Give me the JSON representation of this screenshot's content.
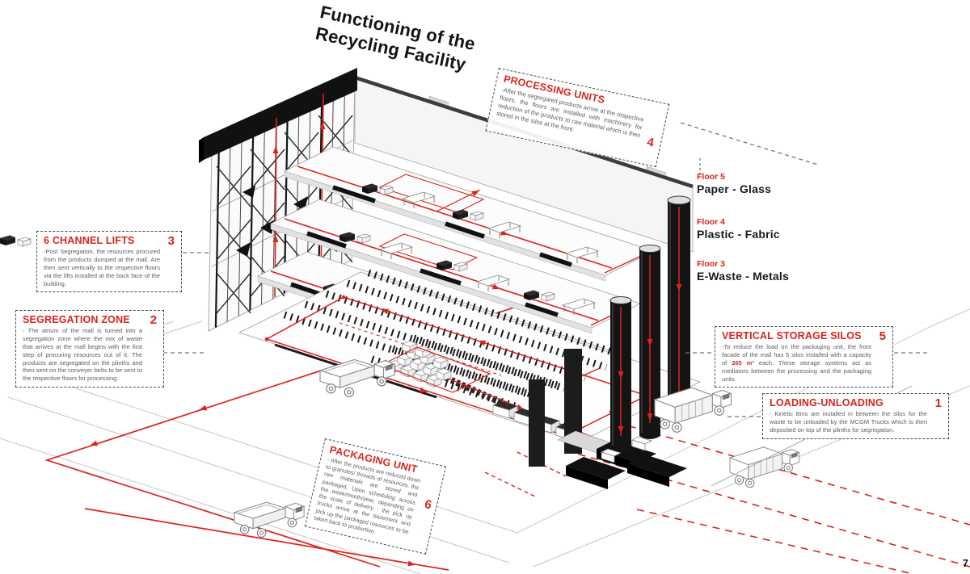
{
  "title": {
    "line1": "Functioning of the",
    "line2": "Recycling Facility"
  },
  "colors": {
    "accent_red": "#d8251c",
    "ink_black": "#141414",
    "line_gray": "#9e9e9e"
  },
  "annotations": [
    {
      "id": "loading-unloading",
      "number": "1",
      "title": "LOADING-UNLOADING",
      "body": "- Kinetic Bins are installed in between the silos for the waste to be unloaded by the MCGM Trucks which is then deposited on top of the plinths for segregation."
    },
    {
      "id": "segregation-zone",
      "number": "2",
      "title": "SEGREGATION ZONE",
      "body": "- The atrium of the mall is turned into a segregation zone where the mix of waste that arrives at the mall begins with the first step of procuring resources out of it. The products are segregated on the plinths and then sent on the conveyer belts to be sent to the respective floors for processing."
    },
    {
      "id": "channel-lifts",
      "number": "3",
      "title": "6 CHANNEL LIFTS",
      "body": "-Post Segregation, the resources procured from the products dumped at the mall. Are then sent vertically to the respective floors via the lifts installed at the back face of the building."
    },
    {
      "id": "processing-units",
      "number": "4",
      "title": "PROCESSING UNITS",
      "body": "-After the segregated products arrive at the respective floors, the floors are installed with machinery for reduction of the products to raw material which is then stored in the silos at the front."
    },
    {
      "id": "vertical-storage-silos",
      "number": "5",
      "title": "VERTICAL STORAGE SILOS",
      "body_pre": "-To reduce the load on the packaging unit, the front facade of the mall has 5 silos installed with a capacity of ",
      "capacity": "265 m³",
      "body_post": " each. These storage systems act as mediators between the processing and the packaging units."
    },
    {
      "id": "packaging-unit",
      "number": "6",
      "title": "PACKAGING UNIT",
      "body": "- After the products are reduced down to granules/ threads of resources, the raw materials are stored and packaged. Upon scheduling across the week/month/year, depending on the scale of delivery - the pick up trucks arrive at the basement and pick up the packaged resources to be taken back to production."
    }
  ],
  "floors": [
    {
      "floor": "Floor 5",
      "materials": "Paper - Glass"
    },
    {
      "floor": "Floor 4",
      "materials": "Plastic - Fabric"
    },
    {
      "floor": "Floor 3",
      "materials": "E-Waste - Metals"
    }
  ],
  "page_number": "7"
}
